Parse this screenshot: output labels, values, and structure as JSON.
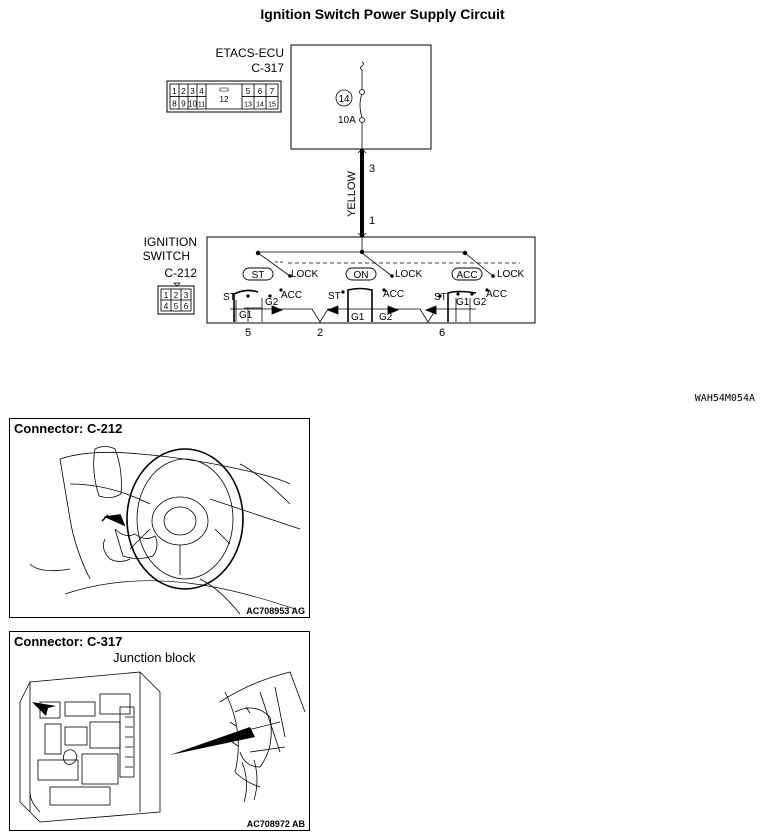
{
  "title": "Ignition Switch Power Supply Circuit",
  "etacs": {
    "name": "ETACS-ECU",
    "connector": "C-317",
    "pins_top": [
      "1",
      "2",
      "3",
      "4",
      "5",
      "6",
      "7"
    ],
    "pin_mid": "12",
    "pins_bottom": [
      "8",
      "9",
      "10",
      "11",
      "13",
      "14",
      "15"
    ],
    "fuse_number": "14",
    "fuse_rating": "10A"
  },
  "wire": {
    "color": "YELLOW",
    "pin_top": "3",
    "pin_bottom": "1"
  },
  "ignition_switch": {
    "name_line1": "IGNITION",
    "name_line2": "SWITCH",
    "connector": "C-212",
    "pins": [
      "1",
      "2",
      "3",
      "4",
      "5",
      "6"
    ],
    "positions": [
      "ST",
      "ON",
      "ACC"
    ],
    "lock_label": "LOCK",
    "acc_label": "ACC",
    "st_label": "ST",
    "g1_label": "G1",
    "g2_label": "G2",
    "terminals": [
      "5",
      "2",
      "6"
    ]
  },
  "figure_code": "WAH54M054A",
  "connector_c212": {
    "title": "Connector: C-212",
    "code": "AC708953 AG"
  },
  "connector_c317": {
    "title": "Connector: C-317",
    "subtitle": "Junction block",
    "code": "AC708972 AB"
  }
}
